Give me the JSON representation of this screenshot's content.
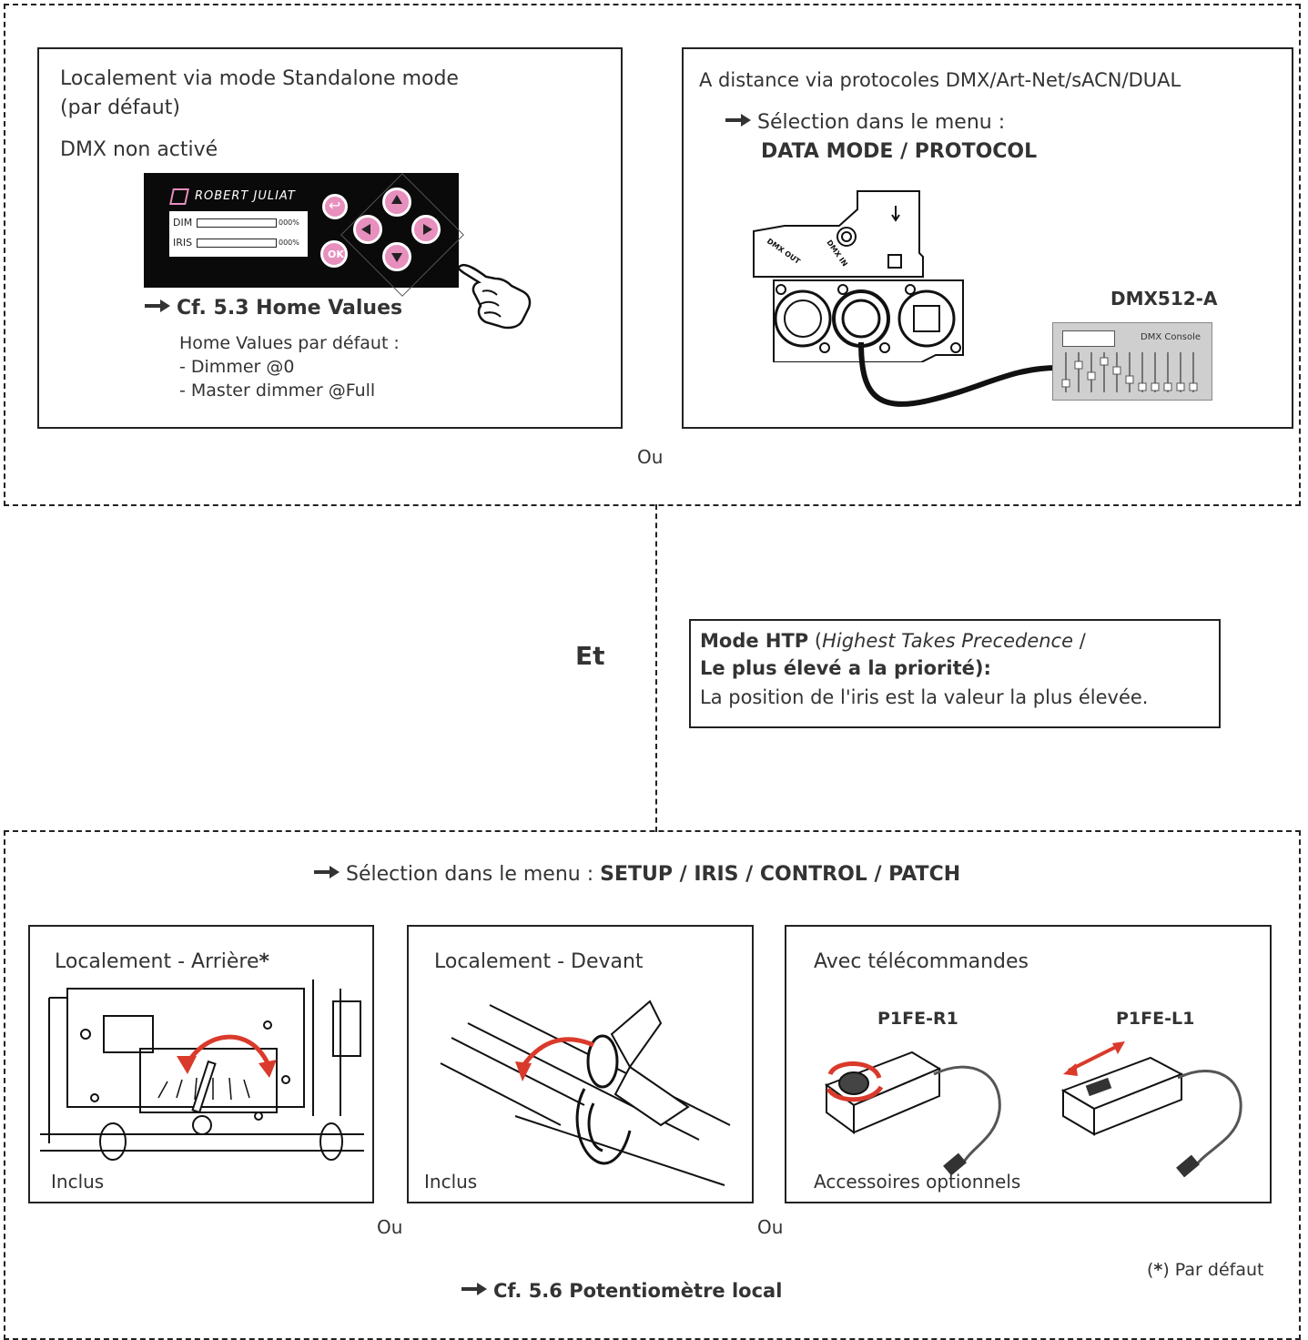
{
  "top_left": {
    "line1": "Localement via mode Standalone mode",
    "line2": "(par défaut)",
    "line3": "DMX non activé",
    "panel_brand": "ROBERT JULIAT",
    "panel_dim": "DIM",
    "panel_iris": "IRIS",
    "panel_dim_pct": "000%",
    "panel_iris_pct": "000%",
    "panel_ok": "OK",
    "ref": "Cf. 5.3 Home Values",
    "home_title": "Home Values par défaut :",
    "home_item1": "- Dimmer @0",
    "home_item2": "- Master dimmer @Full"
  },
  "top_right": {
    "title": "A distance via protocoles DMX/Art-Net/sACN/DUAL",
    "menu_line": "Sélection dans le menu :",
    "menu_path": "DATA MODE / PROTOCOL",
    "dmx_out": "DMX OUT",
    "dmx_in": "DMX IN",
    "dmx_std": "DMX512-A",
    "console": "DMX Console"
  },
  "ou_top": "Ou",
  "et": "Et",
  "htp": {
    "bold1": "Mode HTP",
    "paren_open": " (",
    "italic": "Highest Takes Precedence",
    "slash": " /",
    "bold2": "Le plus élevé a la priorité):",
    "desc": "La position de l'iris est la valeur la plus élevée."
  },
  "bottom": {
    "menu_prefix": "Sélection dans le menu : ",
    "menu_path": "SETUP / IRIS / CONTROL / PATCH",
    "box1_title": "Localement - Arrière",
    "box1_star": "*",
    "box1_foot": "Inclus",
    "box2_title": "Localement - Devant",
    "box2_foot": "Inclus",
    "box3_title": "Avec télécommandes",
    "remote1": "P1FE-R1",
    "remote2": "P1FE-L1",
    "box3_foot": "Accessoires optionnels",
    "ou1": "Ou",
    "ou2": "Ou",
    "default_note_open": "(",
    "default_note_star": "*",
    "default_note_close": ") Par défaut",
    "ref": "Cf. 5.6 Potentiomètre local"
  },
  "colors": {
    "pink": "#e78fbd",
    "red": "#d93a2b",
    "line": "#222222"
  }
}
